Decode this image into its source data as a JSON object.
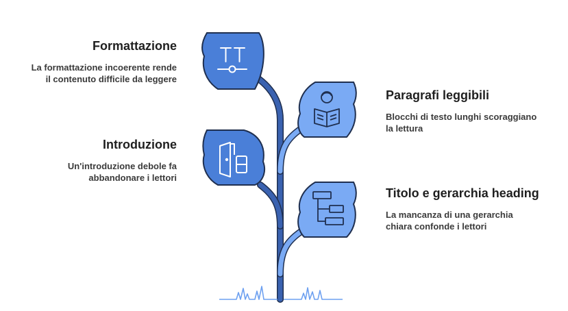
{
  "colors": {
    "leaf_dark": "#4a7fd8",
    "leaf_light": "#7aaaf4",
    "stem": "#3a62b0",
    "outline": "#1f2f4f",
    "grass": "#6da0f0"
  },
  "items": [
    {
      "id": "formattazione",
      "title": "Formattazione",
      "desc_lines": [
        "La formattazione incoerente rende",
        "il contenuto difficile da leggere"
      ],
      "icon": "text-format-icon"
    },
    {
      "id": "introduzione",
      "title": "Introduzione",
      "desc_lines": [
        "Un'introduzione debole fa",
        "abbandonare i lettori"
      ],
      "icon": "door-exit-icon"
    },
    {
      "id": "paragrafi",
      "title": "Paragrafi leggibili",
      "desc_lines": [
        "Blocchi di testo lunghi scoraggiano",
        "la lettura"
      ],
      "icon": "person-reading-icon"
    },
    {
      "id": "gerarchia",
      "title": "Titolo e gerarchia heading",
      "desc_lines": [
        "La mancanza di una gerarchia",
        "chiara confonde i lettori"
      ],
      "icon": "hierarchy-icon"
    }
  ]
}
